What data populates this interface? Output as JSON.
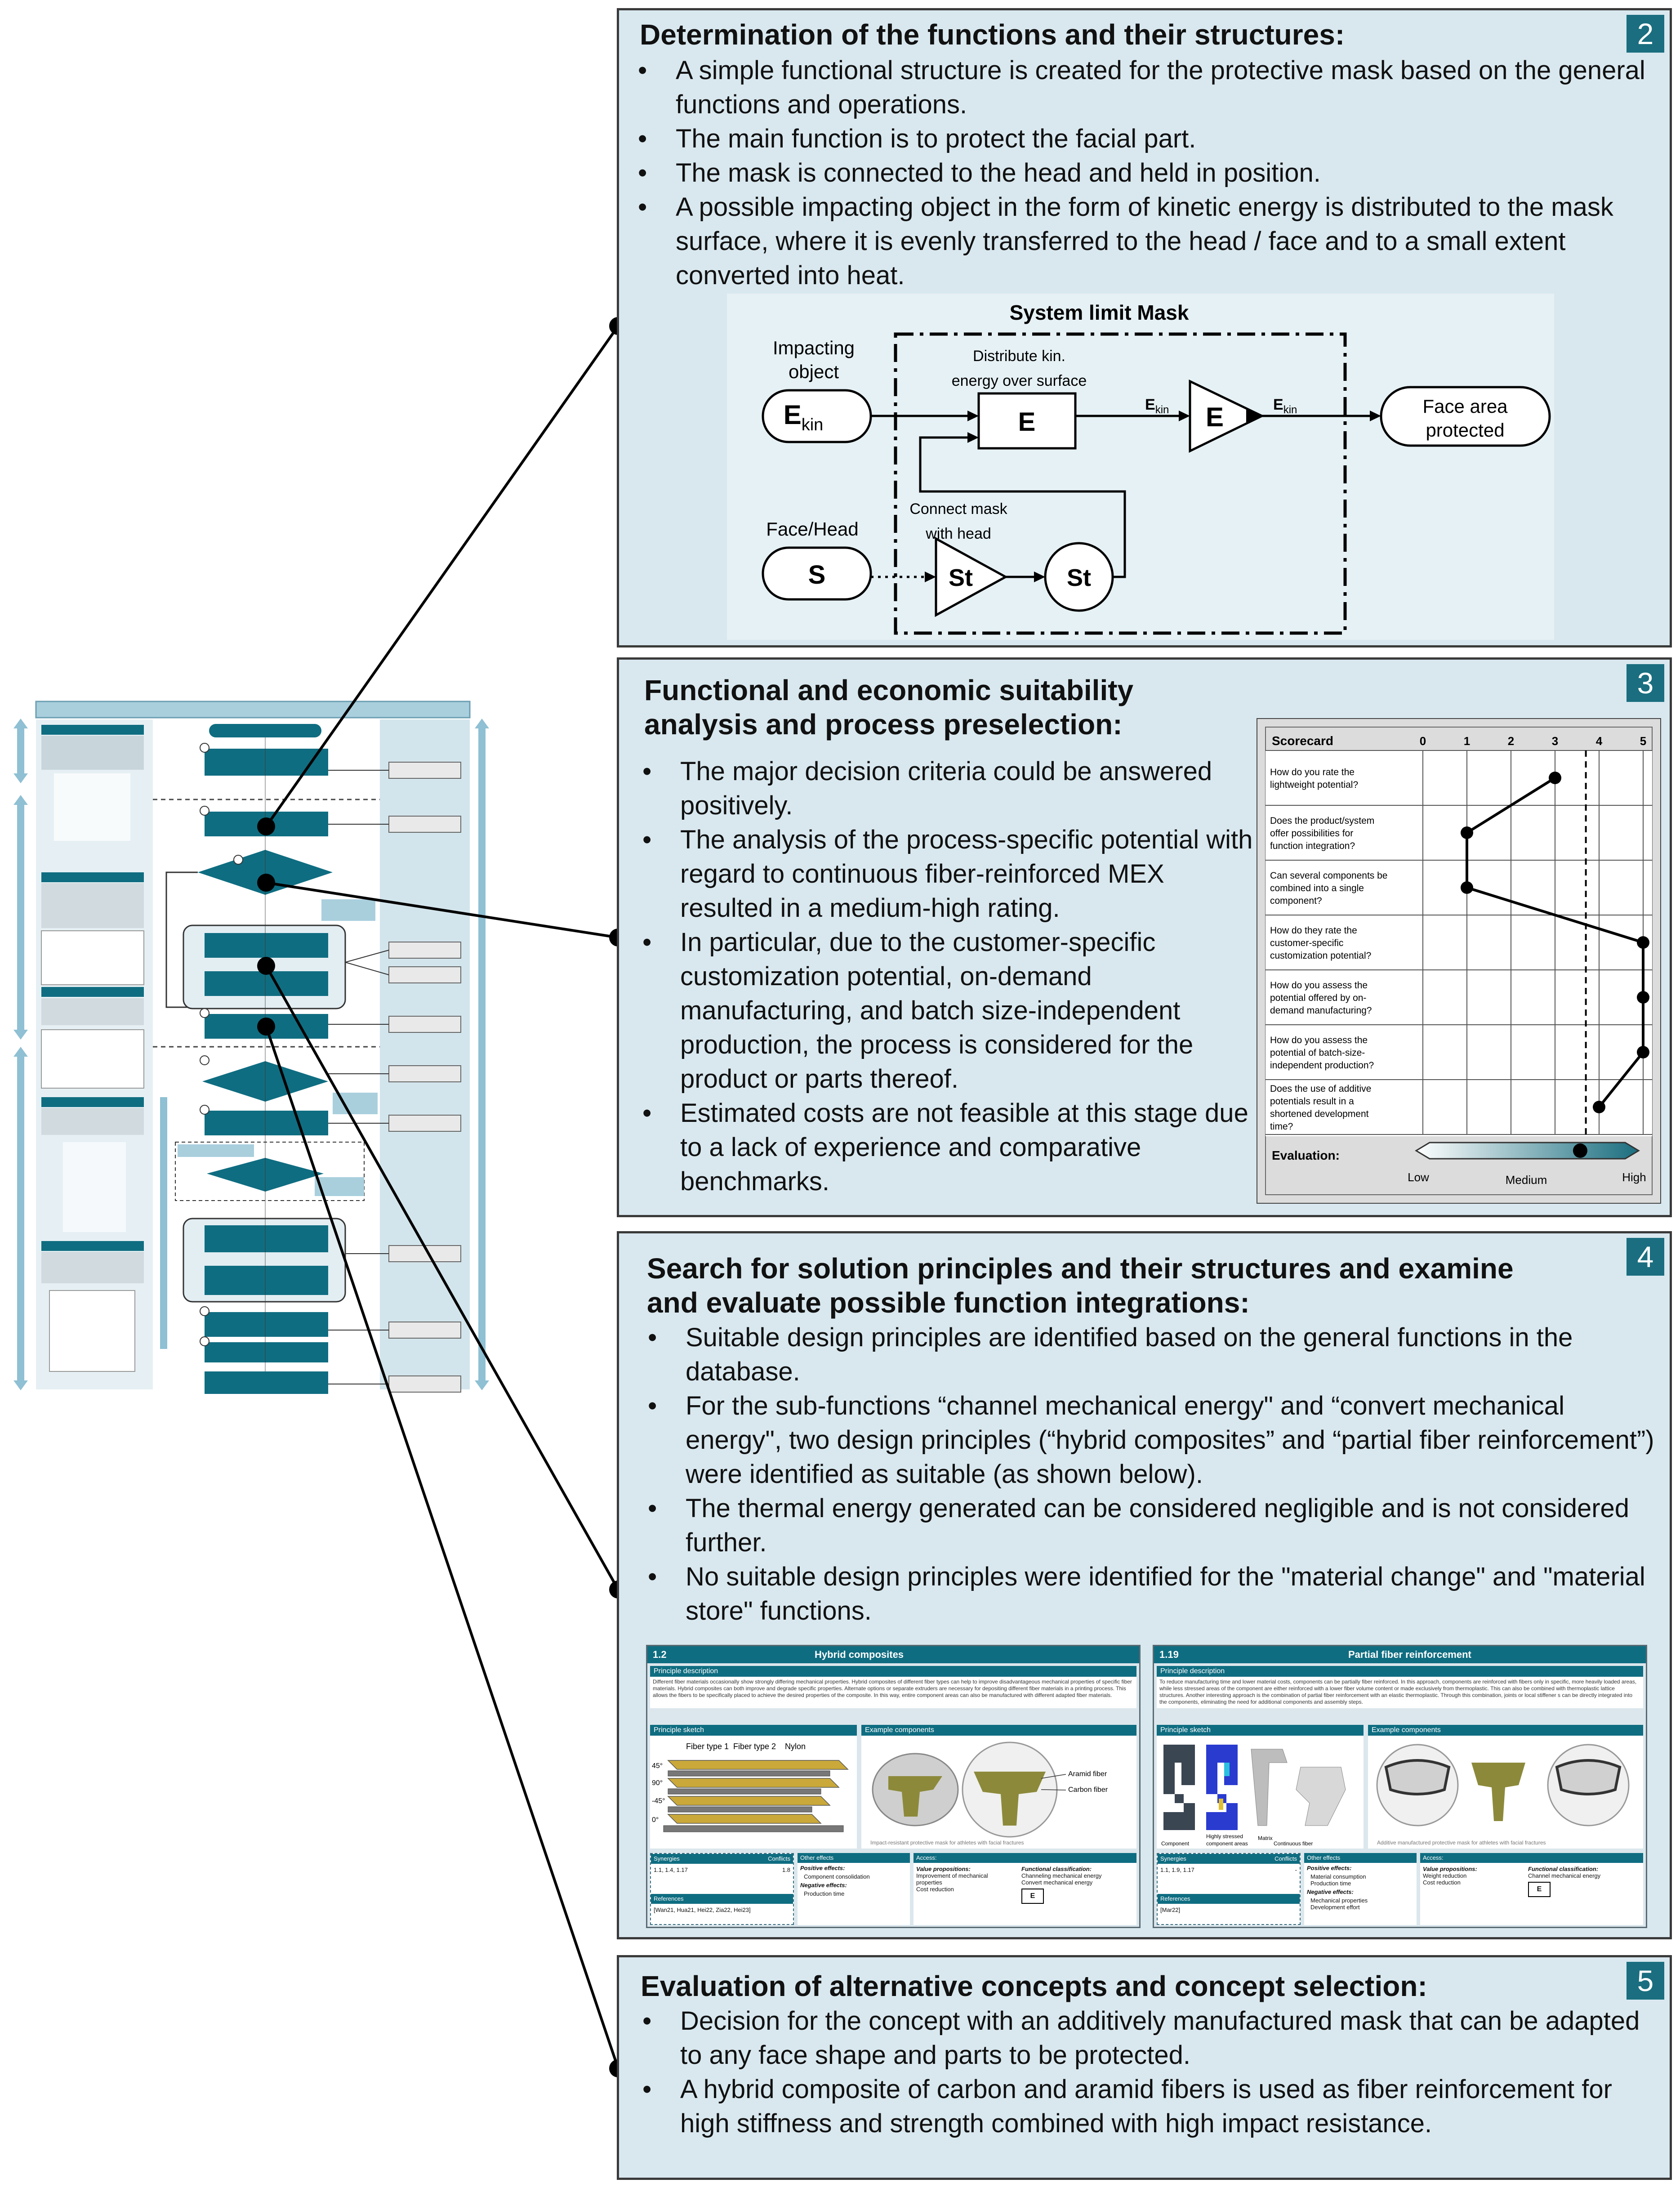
{
  "panel2": {
    "number": "2",
    "title": "Determination of the functions and their structures:",
    "bullets": [
      "A simple functional structure is created for the protective mask based on the general functions and operations.",
      "The main function is to protect the facial part.",
      "The mask is connected to the head and held in position.",
      "A possible impacting object in the form of kinetic energy is distributed to the mask surface, where it is evenly transferred to the head / face and to a small extent converted into heat."
    ],
    "diagram": {
      "system_limit": "System limit Mask",
      "impacting_object": [
        "Impacting",
        "object"
      ],
      "ekin_base": "E",
      "ekin_sub": "kin",
      "distribute": [
        "Distribute kin.",
        "energy over surface"
      ],
      "e_box": "E",
      "e_triangle": "E",
      "face_area": [
        "Face area",
        "protected"
      ],
      "face_head": "Face/Head",
      "s_label": "S",
      "st_triangle": "St",
      "st_circle": "St",
      "connect": [
        "Connect mask",
        "with head"
      ]
    }
  },
  "panel3": {
    "number": "3",
    "title": [
      "Functional and economic suitability",
      "analysis and process preselection:"
    ],
    "bullets": [
      "The major decision criteria could be answered positively.",
      "The analysis of the process-specific potential with regard to continuous fiber-reinforced MEX resulted in a medium-high rating.",
      "In particular, due to the customer-specific customization potential, on-demand manufacturing, and batch size-independent production, the process is considered for the product or parts thereof.",
      "Estimated costs are not feasible at this stage due to a lack of experience and comparative benchmarks."
    ],
    "scorecard": {
      "header": "Scorecard",
      "scale": [
        "0",
        "1",
        "2",
        "3",
        "4",
        "5"
      ],
      "questions": [
        [
          "How do you rate the",
          "lightweight potential?"
        ],
        [
          "Does the product/system",
          "offer possibilities for",
          "function integration?"
        ],
        [
          "Can several components be",
          "combined into a single",
          "component?"
        ],
        [
          "How do they rate the",
          "customer-specific",
          "customization potential?"
        ],
        [
          "How do you assess the",
          "potential offered by on-",
          "demand manufacturing?"
        ],
        [
          "How do you assess the",
          "potential of batch-size-",
          "independent production?"
        ],
        [
          "Does the use of additive",
          "potentials result in a",
          "shortened development",
          "time?"
        ]
      ],
      "scores": [
        3,
        1,
        1,
        5,
        5,
        5,
        4
      ],
      "threshold": 3.7,
      "evaluation_label": "Evaluation:",
      "evaluation_value": 0.77,
      "low": "Low",
      "medium": "Medium",
      "high": "High"
    }
  },
  "panel4": {
    "number": "4",
    "title": [
      "Search for solution principles and their structures and examine",
      "and evaluate possible function integrations:"
    ],
    "bullets": [
      "Suitable design principles are identified based on the general functions in the database.",
      "For the sub-functions “channel mechanical energy\" and “convert mechanical energy\", two design principles (“hybrid composites” and “partial fiber reinforcement”) were identified as suitable (as shown below).",
      "The thermal energy generated can be considered negligible and is not considered further.",
      "No suitable design principles were identified for the \"material change\" and \"material store\" functions."
    ],
    "card_left": {
      "id": "1.2",
      "title": "Hybrid composites",
      "principle_description": "Principle description",
      "description": "Different fiber materials occasionally show strongly differing mechanical properties. Hybrid composites of different fiber types can help to improve disadvantageous mechanical properties of specific fiber materials. Hybrid composites can both improve and degrade specific properties. Alternate options or separate extruders are necessary for depositing different fiber materials in a printing process. This allows the fibers to be specifically placed to achieve the desired properties of the composite. In this way, entire component areas can also be manufactured with different adapted fiber materials.",
      "principle_sketch": "Principle sketch",
      "example_components": "Example components",
      "fiber1": "Fiber type 1",
      "fiber2": "Fiber type 2",
      "nylon": "Nylon",
      "angles": [
        "45°",
        "90°",
        "-45°",
        "0°"
      ],
      "aramid": "Aramid fiber",
      "carbon": "Carbon fiber",
      "caption": "Impact-resistant protective mask for athletes with facial fractures",
      "synergies": "Synergies",
      "conflicts": "Conflicts",
      "syn_values": "1.1, 1.4, 1.17",
      "conf_values": "1.8",
      "references": "References",
      "ref_values": "[Wan21, Hua21, Hei22, Zia22, Hei23]",
      "other_effects": "Other effects",
      "positive": "Positive effects:",
      "positive_items": [
        "Component consolidation"
      ],
      "negative": "Negative effects:",
      "negative_items": [
        "Production time"
      ],
      "access": "Access:",
      "value_prop": "Value propositions:",
      "value_items": [
        "Improvement of mechanical properties",
        "Cost reduction"
      ],
      "func_class": "Functional classification:",
      "func_items": [
        "Channeling mechanical energy",
        "Convert mechanical energy"
      ],
      "func_symbol": "E"
    },
    "card_right": {
      "id": "1.19",
      "title": "Partial fiber reinforcement",
      "principle_description": "Principle description",
      "description": "To reduce manufacturing time and lower material costs, components can be partially fiber reinforced. In this approach, components are reinforced with fibers only in specific, more heavily loaded areas, while less stressed areas of the component are either reinforced with a lower fiber volume content or made exclusively from thermoplastic. This can also be combined with thermoplastic lattice structures. Another interesting approach is the combination of partial fiber reinforcement with an elastic thermoplastic. Through this combination, joints or local stiffener s can be directly integrated into the components, eliminating the need for additional components and assembly steps.",
      "principle_sketch": "Principle sketch",
      "example_components": "Example components",
      "sketch_labels": [
        "Highly stressed",
        "Component",
        "component areas",
        "Matrix",
        "Continuous fiber"
      ],
      "caption": "Additive manufactured protective mask for athletes with facial fractures",
      "synergies": "Synergies",
      "conflicts": "Conflicts",
      "syn_values": "1.1, 1.9, 1.17",
      "conf_values": "-",
      "references": "References",
      "ref_values": "[Mar22]",
      "other_effects": "Other effects",
      "positive": "Positive effects:",
      "positive_items": [
        "Material consumption",
        "Production time"
      ],
      "negative": "Negative effects:",
      "negative_items": [
        "Mechanical properties",
        "Development effort"
      ],
      "access": "Access:",
      "value_prop": "Value propositions:",
      "value_items": [
        "Weight reduction",
        "Cost reduction"
      ],
      "func_class": "Functional classification:",
      "func_items": [
        "Channel mechanical energy"
      ],
      "func_symbol": "E"
    }
  },
  "panel5": {
    "number": "5",
    "title": "Evaluation of alternative concepts and concept selection:",
    "bullets": [
      "Decision for the concept with an additively manufactured mask that can be adapted to any face shape and parts to be protected.",
      "A hybrid composite of carbon and aramid fibers is used as fiber reinforcement for high stiffness and strength combined with high impact resistance."
    ]
  },
  "colors": {
    "panel_bg": "#d9e8ef",
    "teal": "#0f6d81",
    "light_blue": "#a9cfdd"
  }
}
